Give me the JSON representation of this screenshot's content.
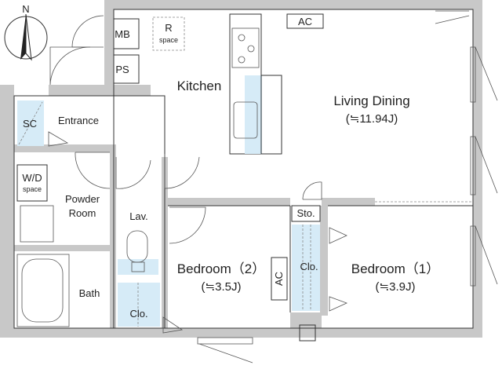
{
  "compass": {
    "north_label": "N"
  },
  "rooms": {
    "living_dining": {
      "name": "Living Dining",
      "area": "(≒11.94J)"
    },
    "kitchen": {
      "name": "Kitchen"
    },
    "bedroom1": {
      "name": "Bedroom（1）",
      "area": "(≒3.9J)"
    },
    "bedroom2": {
      "name": "Bedroom（2）",
      "area": "(≒3.5J)"
    },
    "entrance": {
      "name": "Entrance"
    },
    "powder_room": {
      "line1": "Powder",
      "line2": "Room"
    },
    "bath": {
      "name": "Bath"
    },
    "lav": {
      "name": "Lav."
    }
  },
  "fixtures": {
    "mb": "MB",
    "ps": "PS",
    "sc": "SC",
    "wd": "W/D",
    "wd_sub": "space",
    "r": "R",
    "r_sub": "space",
    "ac_top": "AC",
    "ac_side": "AC",
    "sto": "Sto.",
    "clo_bed1": "Clo.",
    "clo_lav": "Clo."
  }
}
